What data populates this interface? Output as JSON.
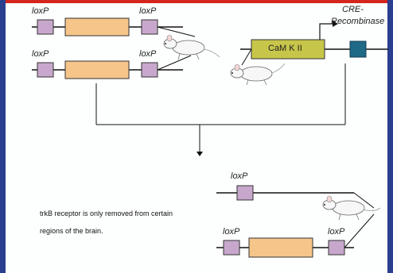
{
  "labels": {
    "loxp": "loxP",
    "camk": "CaM K II",
    "cre_line1": "CRE-",
    "cre_line2": "Recombinase"
  },
  "caption": {
    "line1": "trkB receptor is only removed from certain",
    "line2": "regions of the brain."
  },
  "colors": {
    "frame_top": "#d6241e",
    "frame_side": "#2b3f8f",
    "loxp_box": "#c7a8cc",
    "gene_box": "#f6c58a",
    "camk_box": "#c7c64a",
    "cre_box": "#1f6a86"
  }
}
